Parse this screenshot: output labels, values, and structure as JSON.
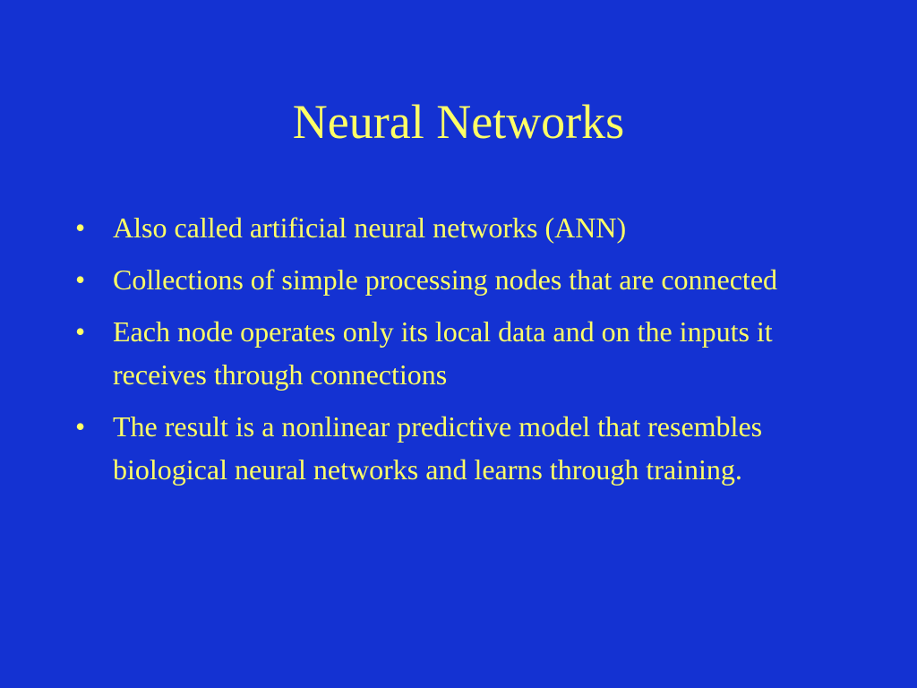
{
  "slide": {
    "title": "Neural Networks",
    "bullet_symbol": "•",
    "bullets": [
      "Also called artificial neural networks (ANN)",
      "Collections of simple processing nodes that are connected",
      "Each node operates only its local data and on the inputs it receives through connections",
      "The result is a nonlinear predictive model that resembles biological neural networks and learns through training."
    ]
  },
  "colors": {
    "background": "#1432d2",
    "text": "#ffff66"
  }
}
